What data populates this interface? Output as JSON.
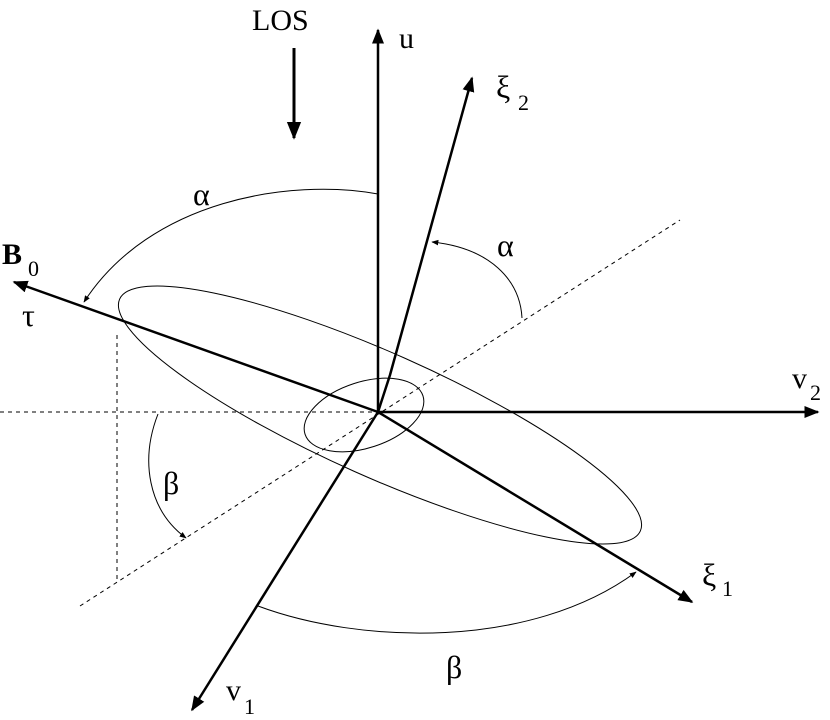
{
  "diagram": {
    "labels": {
      "los": "LOS",
      "u": "u",
      "xi2": "ξ",
      "xi2_sub": "2",
      "alpha_top": "α",
      "alpha_right": "α",
      "b0": "B",
      "b0_sub": "0",
      "tau": "τ",
      "v2": "v",
      "v2_sub": "2",
      "beta_left": "β",
      "xi1": "ξ",
      "xi1_sub": "1",
      "beta_bottom": "β",
      "v1": "v",
      "v1_sub": "1"
    }
  }
}
